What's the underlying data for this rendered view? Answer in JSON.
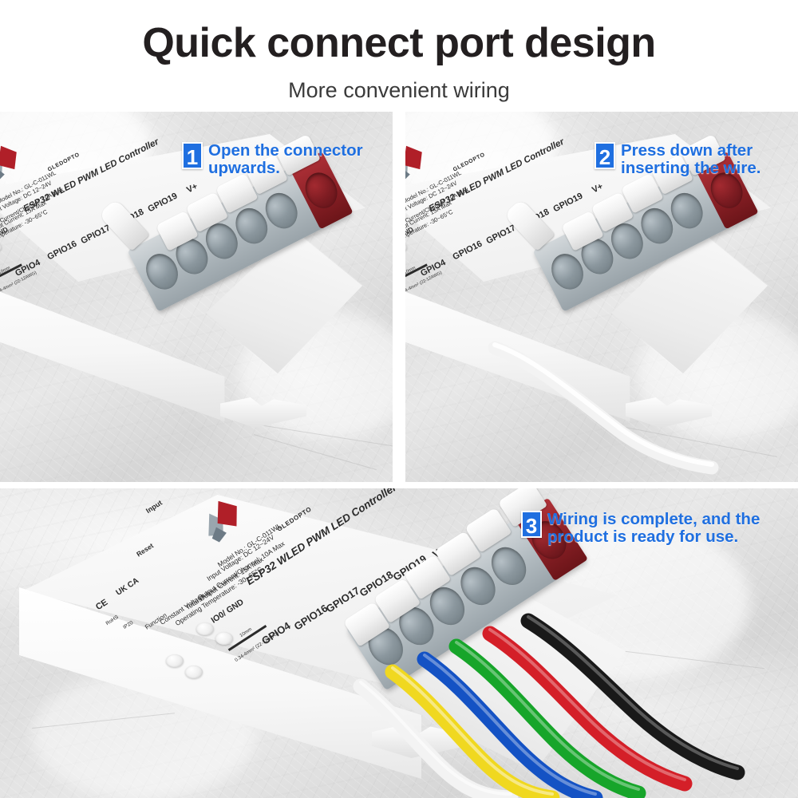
{
  "header": {
    "title": "Quick connect port design",
    "subtitle": "More convenient wiring"
  },
  "colors": {
    "accent_blue": "#1f6fe0",
    "title_dark": "#231f20",
    "panel_background": "#e6e6e6",
    "connector_red": "#7d1c22",
    "connector_gray": "#8b979e"
  },
  "steps": [
    {
      "number": "1",
      "text": "Open the connector\nupwards."
    },
    {
      "number": "2",
      "text": "Press down after\ninserting the wire."
    },
    {
      "number": "3",
      "text": "Wiring is complete, and the\nproduct is ready for use."
    }
  ],
  "device": {
    "brand": "GLEDOPTO",
    "product_name": "ESP32 WLED PWM LED Controller",
    "specs": [
      "Model No.: GL-C-011WL",
      "Input Voltage: DC 12~24V",
      "Output Current/Channel: 10A Max",
      "Total Output Current: 15A Max",
      "Operating Temperature: -30~65°C"
    ],
    "function_label": "Function",
    "function_value": "Constant Voltage",
    "port_labels": [
      "GPIO4",
      "GPIO16",
      "GPIO17",
      "GPIO18",
      "GPIO19",
      "V+"
    ],
    "io_label": "IO0/ GND",
    "wire_strip_length": "10mm",
    "wire_gauge": "0.34-4mm² (22-12AWG)",
    "input_label": "Input",
    "reset_label": "Reset",
    "certifications": [
      "UK CA",
      "CE",
      "RoHS",
      "IP20"
    ]
  },
  "wires": {
    "panel2": [
      "white"
    ],
    "panel3": [
      "white",
      "yellow",
      "blue",
      "green",
      "red",
      "black"
    ],
    "hex": {
      "white": "#f3f3f3",
      "yellow": "#f0d820",
      "blue": "#1452c4",
      "green": "#17a52a",
      "red": "#d41f28",
      "black": "#191919"
    }
  }
}
